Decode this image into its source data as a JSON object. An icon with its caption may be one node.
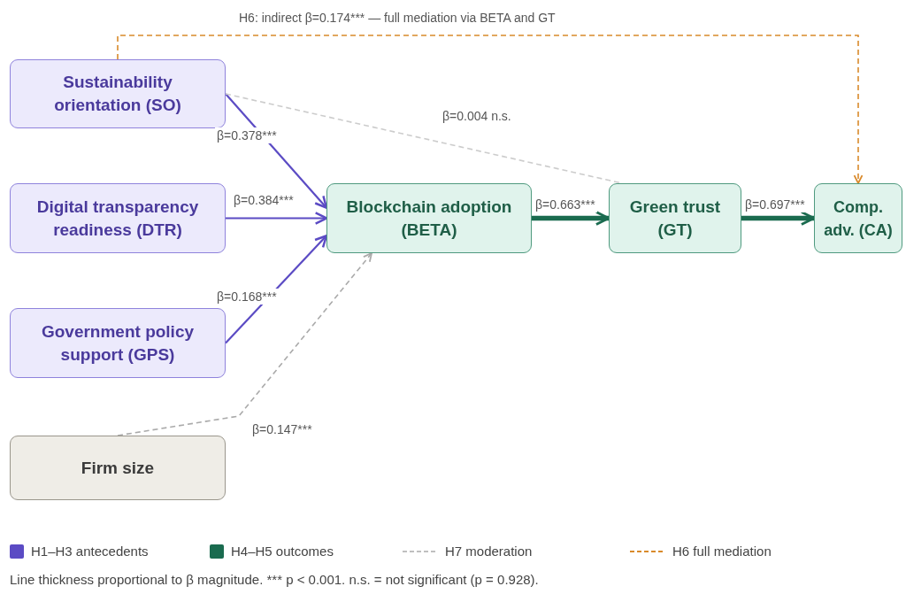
{
  "diagram": {
    "caption": "Line thickness proportional to β magnitude. *** p < 0.001. n.s. = not significant (p = 0.928).",
    "nodes": [
      {
        "text": [
          "Sustainability orientation (SO)"
        ]
      },
      {
        "text": [
          "Digital transparency readiness (DTR)"
        ]
      },
      {
        "text": [
          "Government policy support (GPS)"
        ]
      },
      {
        "text": [
          "Firm size"
        ]
      },
      {
        "text": [
          "Blockchain adoption (BETA)"
        ]
      },
      {
        "text": [
          "Green trust (GT)"
        ]
      },
      {
        "text": [
          "Comp. adv. (CA)"
        ]
      }
    ],
    "edges": [
      {
        "from": 0,
        "to": 4,
        "arrow": "to",
        "label": "β=0.378***"
      },
      {
        "from": 1,
        "to": 4,
        "arrow": "to",
        "label": "β=0.384***"
      },
      {
        "from": 2,
        "to": 4,
        "arrow": "to",
        "label": "β=0.168***"
      },
      {
        "from": 3,
        "to": 4,
        "arrow": "to",
        "label": "β=0.147***",
        "style": "dashed",
        "color": "#aaaaaa"
      },
      {
        "from": 4,
        "to": 5,
        "arrow": "to",
        "label": "β=0.663***",
        "style": "thick",
        "color": "#1a6b4f"
      },
      {
        "from": 5,
        "to": 6,
        "arrow": "to",
        "label": "β=0.697***",
        "style": "thick",
        "color": "#1a6b4f"
      },
      {
        "from": 0,
        "to": 5,
        "arrow": "none",
        "label": "β=0.004 n.s.",
        "style": "dashed",
        "color": "#cccccc"
      },
      {
        "from": 0,
        "to": 6,
        "arrow": "to",
        "label": "H6: indirect β=0.174*** — full mediation via BETA and GT",
        "style": "dashed",
        "color": "#d98a2b"
      }
    ],
    "legend": [
      {
        "text": "H1–H3 antecedents",
        "color": "#5b4bc4"
      },
      {
        "text": "H4–H5 outcomes",
        "color": "#1a6b4f"
      },
      {
        "text": "H7 moderation"
      },
      {
        "text": "H6 full mediation"
      }
    ]
  }
}
